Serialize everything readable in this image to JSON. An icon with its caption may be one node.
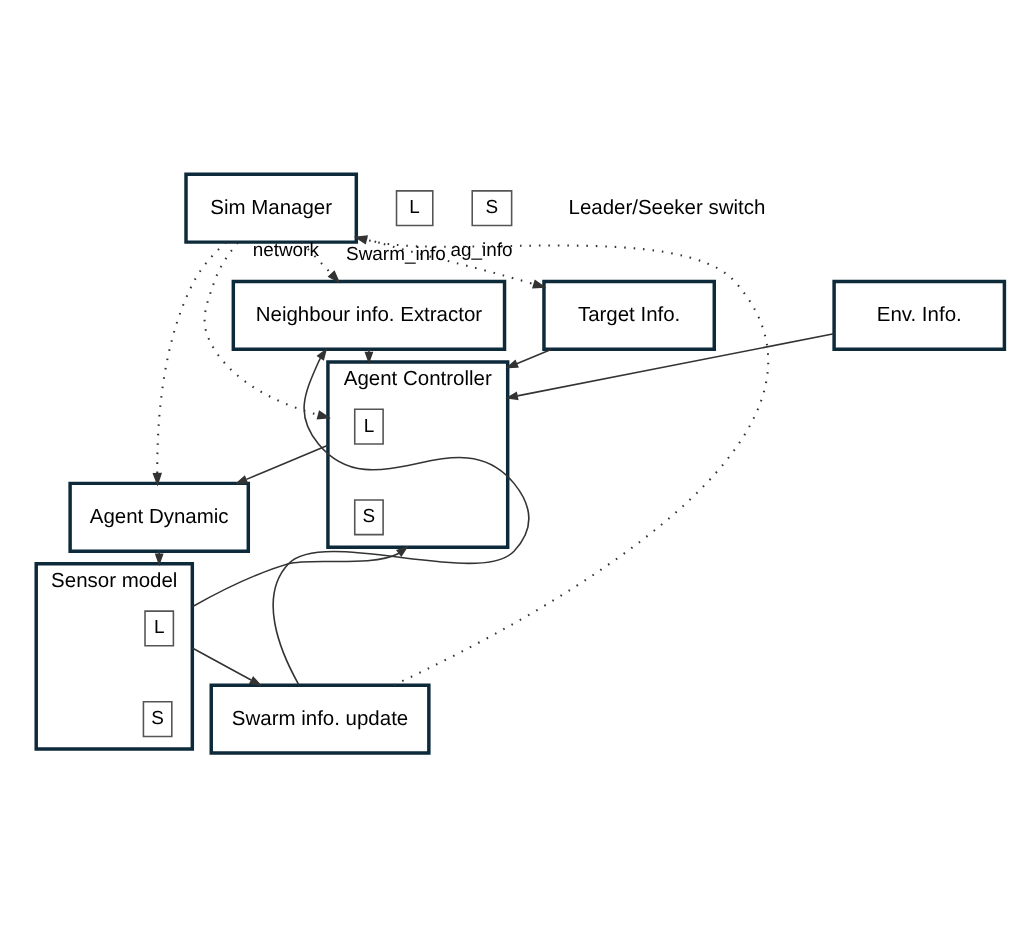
{
  "diagram": {
    "nodes": [
      {
        "text": [
          "Sim Manager"
        ]
      },
      {
        "text": [
          "Neighbour info. Extractor"
        ]
      },
      {
        "text": [
          "Env. Info."
        ]
      },
      {
        "text": [
          "Target Info."
        ]
      },
      {
        "text": [
          "Agent Controller"
        ]
      },
      {
        "text": [
          "L"
        ],
        "in": 4
      },
      {
        "text": [
          "S"
        ],
        "in": 4
      },
      {
        "text": [
          "Agent Dynamic"
        ]
      },
      {
        "text": [
          "Sensor model"
        ]
      },
      {
        "text": [
          "L"
        ],
        "in": 8
      },
      {
        "text": [
          "S"
        ],
        "in": 8
      },
      {
        "text": [
          "Swarm info. update"
        ]
      },
      {
        "text": [
          "L"
        ]
      },
      {
        "text": [
          "S"
        ]
      }
    ],
    "edges": [
      {
        "from": 0,
        "to": 1,
        "arrow": "to",
        "label": "network",
        "style": "dashed"
      },
      {
        "from": 0,
        "to": 3,
        "arrow": "to",
        "label": "ag_info",
        "style": "dashed"
      },
      {
        "from": 0,
        "to": 4,
        "arrow": "to",
        "style": "dashed"
      },
      {
        "from": 0,
        "to": 7,
        "arrow": "to",
        "style": "dashed"
      },
      {
        "from": 3,
        "to": 4,
        "arrow": "to"
      },
      {
        "from": 1,
        "to": 4,
        "arrow": "to"
      },
      {
        "from": 2,
        "to": 4,
        "arrow": "to"
      },
      {
        "from": 8,
        "to": 4,
        "arrow": "to"
      },
      {
        "from": 4,
        "to": 7,
        "arrow": "to"
      },
      {
        "from": 7,
        "to": 8,
        "arrow": "to"
      },
      {
        "from": 8,
        "to": 11,
        "arrow": "to"
      },
      {
        "from": 11,
        "to": 0,
        "arrow": "to",
        "label": "Swarm_info",
        "style": "dashed"
      },
      {
        "from": 11,
        "to": 1,
        "arrow": "to"
      }
    ],
    "legend": [
      {
        "text": "Leader/Seeker switch"
      }
    ]
  }
}
